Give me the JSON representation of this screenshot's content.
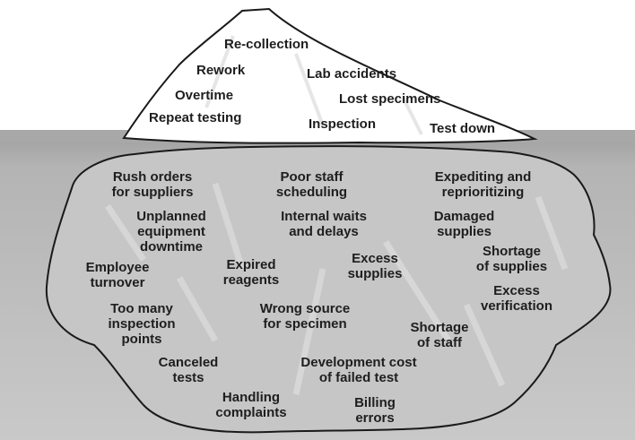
{
  "above_water": {
    "recollection": "Re-collection",
    "rework": "Rework",
    "lab_accidents": "Lab accidents",
    "overtime": "Overtime",
    "lost_specimens": "Lost specimens",
    "repeat_testing": "Repeat testing",
    "inspection": "Inspection",
    "test_down": "Test down"
  },
  "below_water": {
    "rush_orders": [
      "Rush orders",
      "for suppliers"
    ],
    "poor_staff": [
      "Poor staff",
      "scheduling"
    ],
    "expediting": [
      "Expediting and",
      "reprioritizing"
    ],
    "unplanned": [
      "Unplanned",
      "equipment",
      "downtime"
    ],
    "internal_waits": [
      "Internal waits",
      "and delays"
    ],
    "damaged": [
      "Damaged",
      "supplies"
    ],
    "shortage_supplies": [
      "Shortage",
      "of supplies"
    ],
    "employee_turnover": [
      "Employee",
      "turnover"
    ],
    "expired_reagents": [
      "Expired",
      "reagents"
    ],
    "excess_supplies": [
      "Excess",
      "supplies"
    ],
    "excess_verification": [
      "Excess",
      "verification"
    ],
    "too_many": [
      "Too many",
      "inspection",
      "points"
    ],
    "wrong_source": [
      "Wrong source",
      "for specimen"
    ],
    "shortage_staff": [
      "Shortage",
      "of staff"
    ],
    "canceled_tests": [
      "Canceled",
      "tests"
    ],
    "development_cost": [
      "Development cost",
      "of failed test"
    ],
    "handling_complaints": [
      "Handling",
      "complaints"
    ],
    "billing_errors": [
      "Billing",
      "errors"
    ]
  },
  "colors": {
    "water_surface": "#a3a3a3",
    "water": "#c6c6c6",
    "ice": "#ffffff",
    "outline": "#1a1a1a",
    "text": "#1e1e1e"
  }
}
